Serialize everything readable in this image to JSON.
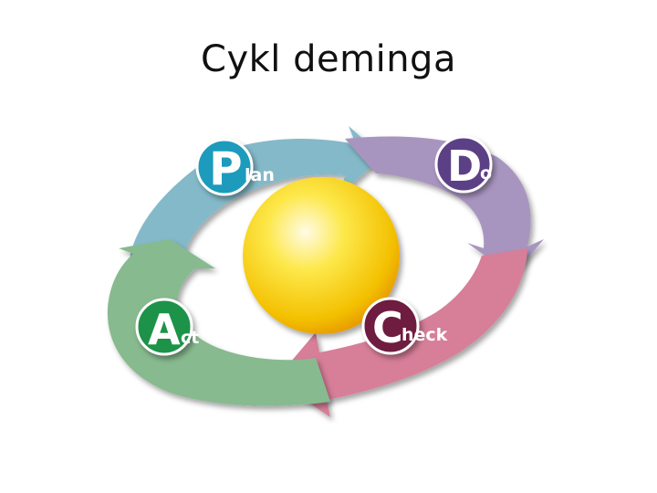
{
  "title": "Cykl deminga",
  "stages": {
    "plan": {
      "letter": "P",
      "rest": "lan",
      "arrow_color": "#84b9c9",
      "badge_color": "#1d9bbd"
    },
    "do": {
      "letter": "D",
      "rest": "o",
      "arrow_color": "#a895bf",
      "badge_color": "#5b3f86"
    },
    "check": {
      "letter": "C",
      "rest": "heck",
      "arrow_color": "#d77e98",
      "badge_color": "#6e1f3f"
    },
    "act": {
      "letter": "A",
      "rest": "ct",
      "arrow_color": "#87ba8f",
      "badge_color": "#1f9348"
    }
  },
  "sphere_color": "#f6d21c"
}
